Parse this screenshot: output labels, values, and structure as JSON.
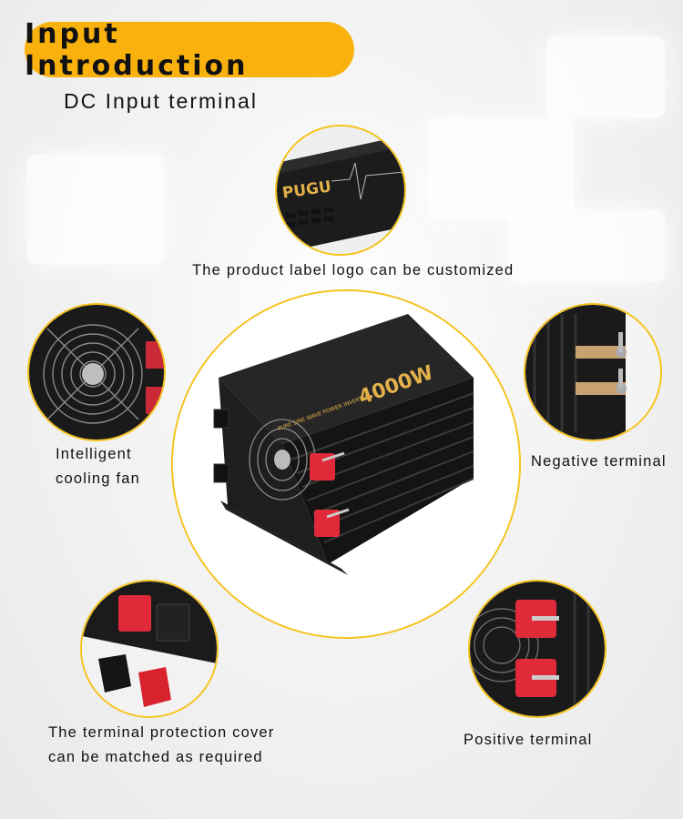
{
  "banner": {
    "title": "Input Introduction"
  },
  "subtitle": "DC Input terminal",
  "product": {
    "brand_logo": "PUGU",
    "power_label": "4000W",
    "model_line": "PURE SINE WAVE POWER INVERTER"
  },
  "captions": {
    "logo": "The product label logo can be customized",
    "fan_line1": "Intelligent",
    "fan_line2": "cooling fan",
    "negative": "Negative terminal",
    "cover_line1": "The terminal protection cover",
    "cover_line2": "can be matched as required",
    "positive": "Positive terminal"
  },
  "colors": {
    "accent": "#f9b20d",
    "ring": "#f5c21b",
    "body": "#1c1c1c",
    "terminal_red": "#e02a3a",
    "gold_text": "#e3b04a"
  }
}
